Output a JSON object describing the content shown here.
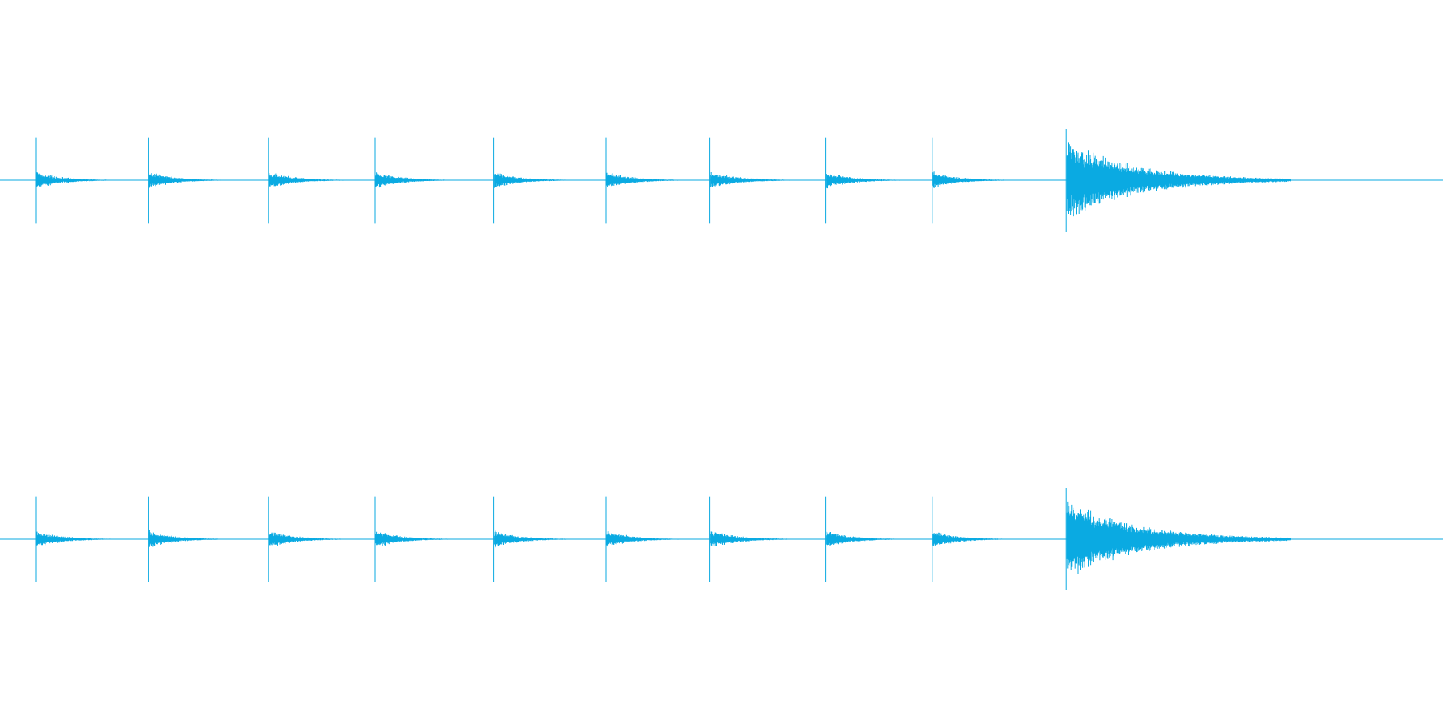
{
  "waveform": {
    "color": "#0aaae2",
    "channels": [
      {
        "id": "left"
      },
      {
        "id": "right"
      }
    ],
    "transients": [
      {
        "time": 0.025,
        "peak": 0.5,
        "body": 0.12,
        "decay": 0.055
      },
      {
        "time": 0.103,
        "peak": 0.5,
        "body": 0.12,
        "decay": 0.055
      },
      {
        "time": 0.186,
        "peak": 0.5,
        "body": 0.12,
        "decay": 0.055
      },
      {
        "time": 0.26,
        "peak": 0.5,
        "body": 0.12,
        "decay": 0.055
      },
      {
        "time": 0.342,
        "peak": 0.5,
        "body": 0.12,
        "decay": 0.055
      },
      {
        "time": 0.42,
        "peak": 0.5,
        "body": 0.12,
        "decay": 0.055
      },
      {
        "time": 0.492,
        "peak": 0.5,
        "body": 0.12,
        "decay": 0.06
      },
      {
        "time": 0.572,
        "peak": 0.5,
        "body": 0.12,
        "decay": 0.055
      },
      {
        "time": 0.646,
        "peak": 0.5,
        "body": 0.12,
        "decay": 0.055
      },
      {
        "time": 0.739,
        "peak": 0.6,
        "body": 0.55,
        "decay": 0.155
      }
    ]
  }
}
